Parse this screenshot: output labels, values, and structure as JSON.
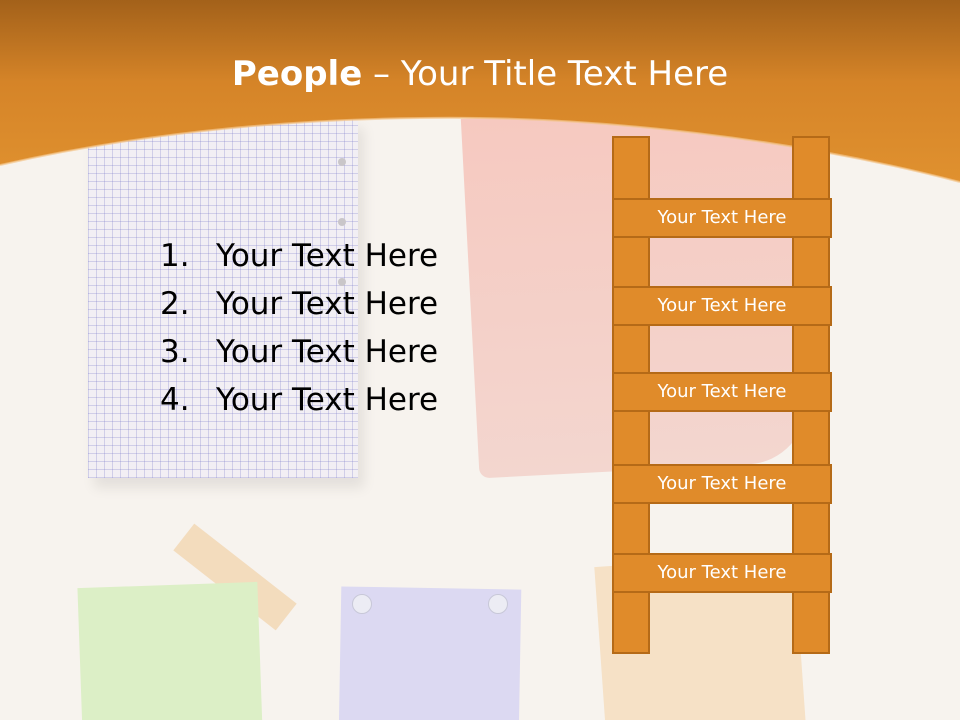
{
  "slide": {
    "title": {
      "bold": "People",
      "rest": " – Your Title Text Here"
    },
    "list": [
      {
        "number": "1.",
        "text": "Your Text Here"
      },
      {
        "number": "2.",
        "text": "Your Text Here"
      },
      {
        "number": "3.",
        "text": "Your Text Here"
      },
      {
        "number": "4.",
        "text": "Your Text Here"
      }
    ],
    "ladder": {
      "rungs": [
        "Your Text Here",
        "Your Text Here",
        "Your Text Here",
        "Your Text Here",
        "Your Text Here"
      ]
    }
  },
  "colors": {
    "header": "#d9872b",
    "ladder_fill": "#e08b2a",
    "ladder_border": "#b56a17"
  }
}
